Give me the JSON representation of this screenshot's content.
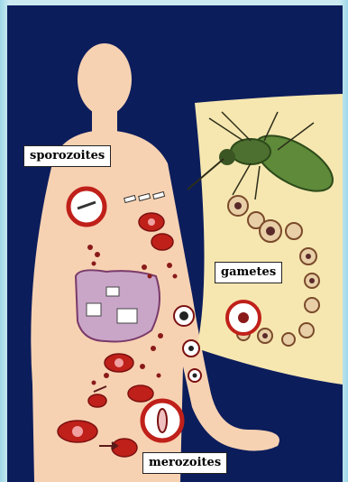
{
  "labels": {
    "sporozoites": "sporozoites",
    "gametes": "gametes",
    "merozoites": "merozoites"
  },
  "colors": {
    "background": "#0c1d5c",
    "skin": "#f7d2b2",
    "mosquito_panel": "#f6e7b0",
    "blood_cell": "#c0201a",
    "liver": "#c9a6c8"
  }
}
